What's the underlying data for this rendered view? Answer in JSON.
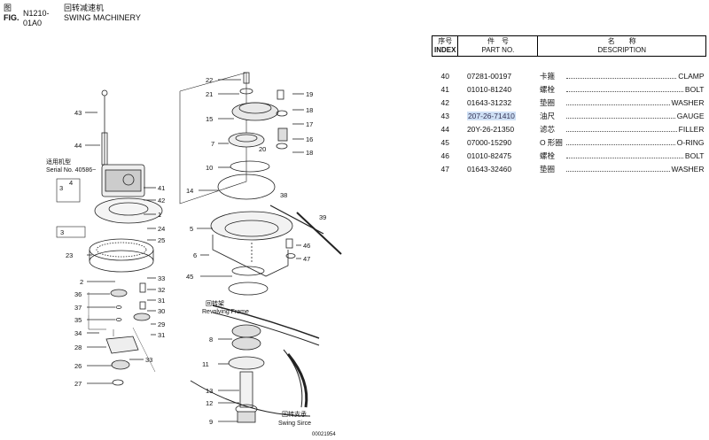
{
  "header": {
    "fig_cn": "图",
    "fig_en": "FIG.",
    "fig_number": "N1210-01A0",
    "title_cn": "回转减速机",
    "title_en": "SWING MACHINERY"
  },
  "diagram": {
    "serial_cn": "适用机型",
    "serial_en": "Serial No. 40586~",
    "revolving_frame_cn": "回转架",
    "revolving_frame_en": "Revolving Frame",
    "swing_circle_cn": "回转支承",
    "swing_circle_en": "Swing Sirce",
    "drawing_code": "00021954",
    "callouts": [
      "43",
      "44",
      "41",
      "42",
      "3",
      "4",
      "1",
      "3",
      "24",
      "25",
      "23",
      "2",
      "33",
      "36",
      "32",
      "37",
      "31",
      "35",
      "30",
      "29",
      "34",
      "31",
      "28",
      "33",
      "26",
      "27",
      "22",
      "21",
      "19",
      "15",
      "18",
      "17",
      "7",
      "20",
      "16",
      "10",
      "18",
      "14",
      "38",
      "39",
      "5",
      "46",
      "6",
      "47",
      "45",
      "8",
      "11",
      "13",
      "12",
      "9"
    ]
  },
  "table": {
    "headers": {
      "index_cn": "序号",
      "index_en": "INDEX",
      "part_cn": "件　号",
      "part_en": "PART NO.",
      "desc_cn": "名　　称",
      "desc_en": "DESCRIPTION"
    },
    "rows": [
      {
        "index": "40",
        "part_no": "07281-00197",
        "name_cn": "卡箍",
        "name_en": "CLAMP"
      },
      {
        "index": "41",
        "part_no": "01010-81240",
        "name_cn": "螺栓",
        "name_en": "BOLT"
      },
      {
        "index": "42",
        "part_no": "01643-31232",
        "name_cn": "垫圈",
        "name_en": "WASHER"
      },
      {
        "index": "43",
        "part_no": "207-26-71410",
        "name_cn": "油尺",
        "name_en": "GAUGE"
      },
      {
        "index": "44",
        "part_no": "20Y-26-21350",
        "name_cn": "滤芯",
        "name_en": "FILLER"
      },
      {
        "index": "45",
        "part_no": "07000-15290",
        "name_cn": "O 形圈",
        "name_en": "O-RING"
      },
      {
        "index": "46",
        "part_no": "01010-82475",
        "name_cn": "螺栓",
        "name_en": "BOLT"
      },
      {
        "index": "47",
        "part_no": "01643-32460",
        "name_cn": "垫圈",
        "name_en": "WASHER"
      }
    ]
  }
}
